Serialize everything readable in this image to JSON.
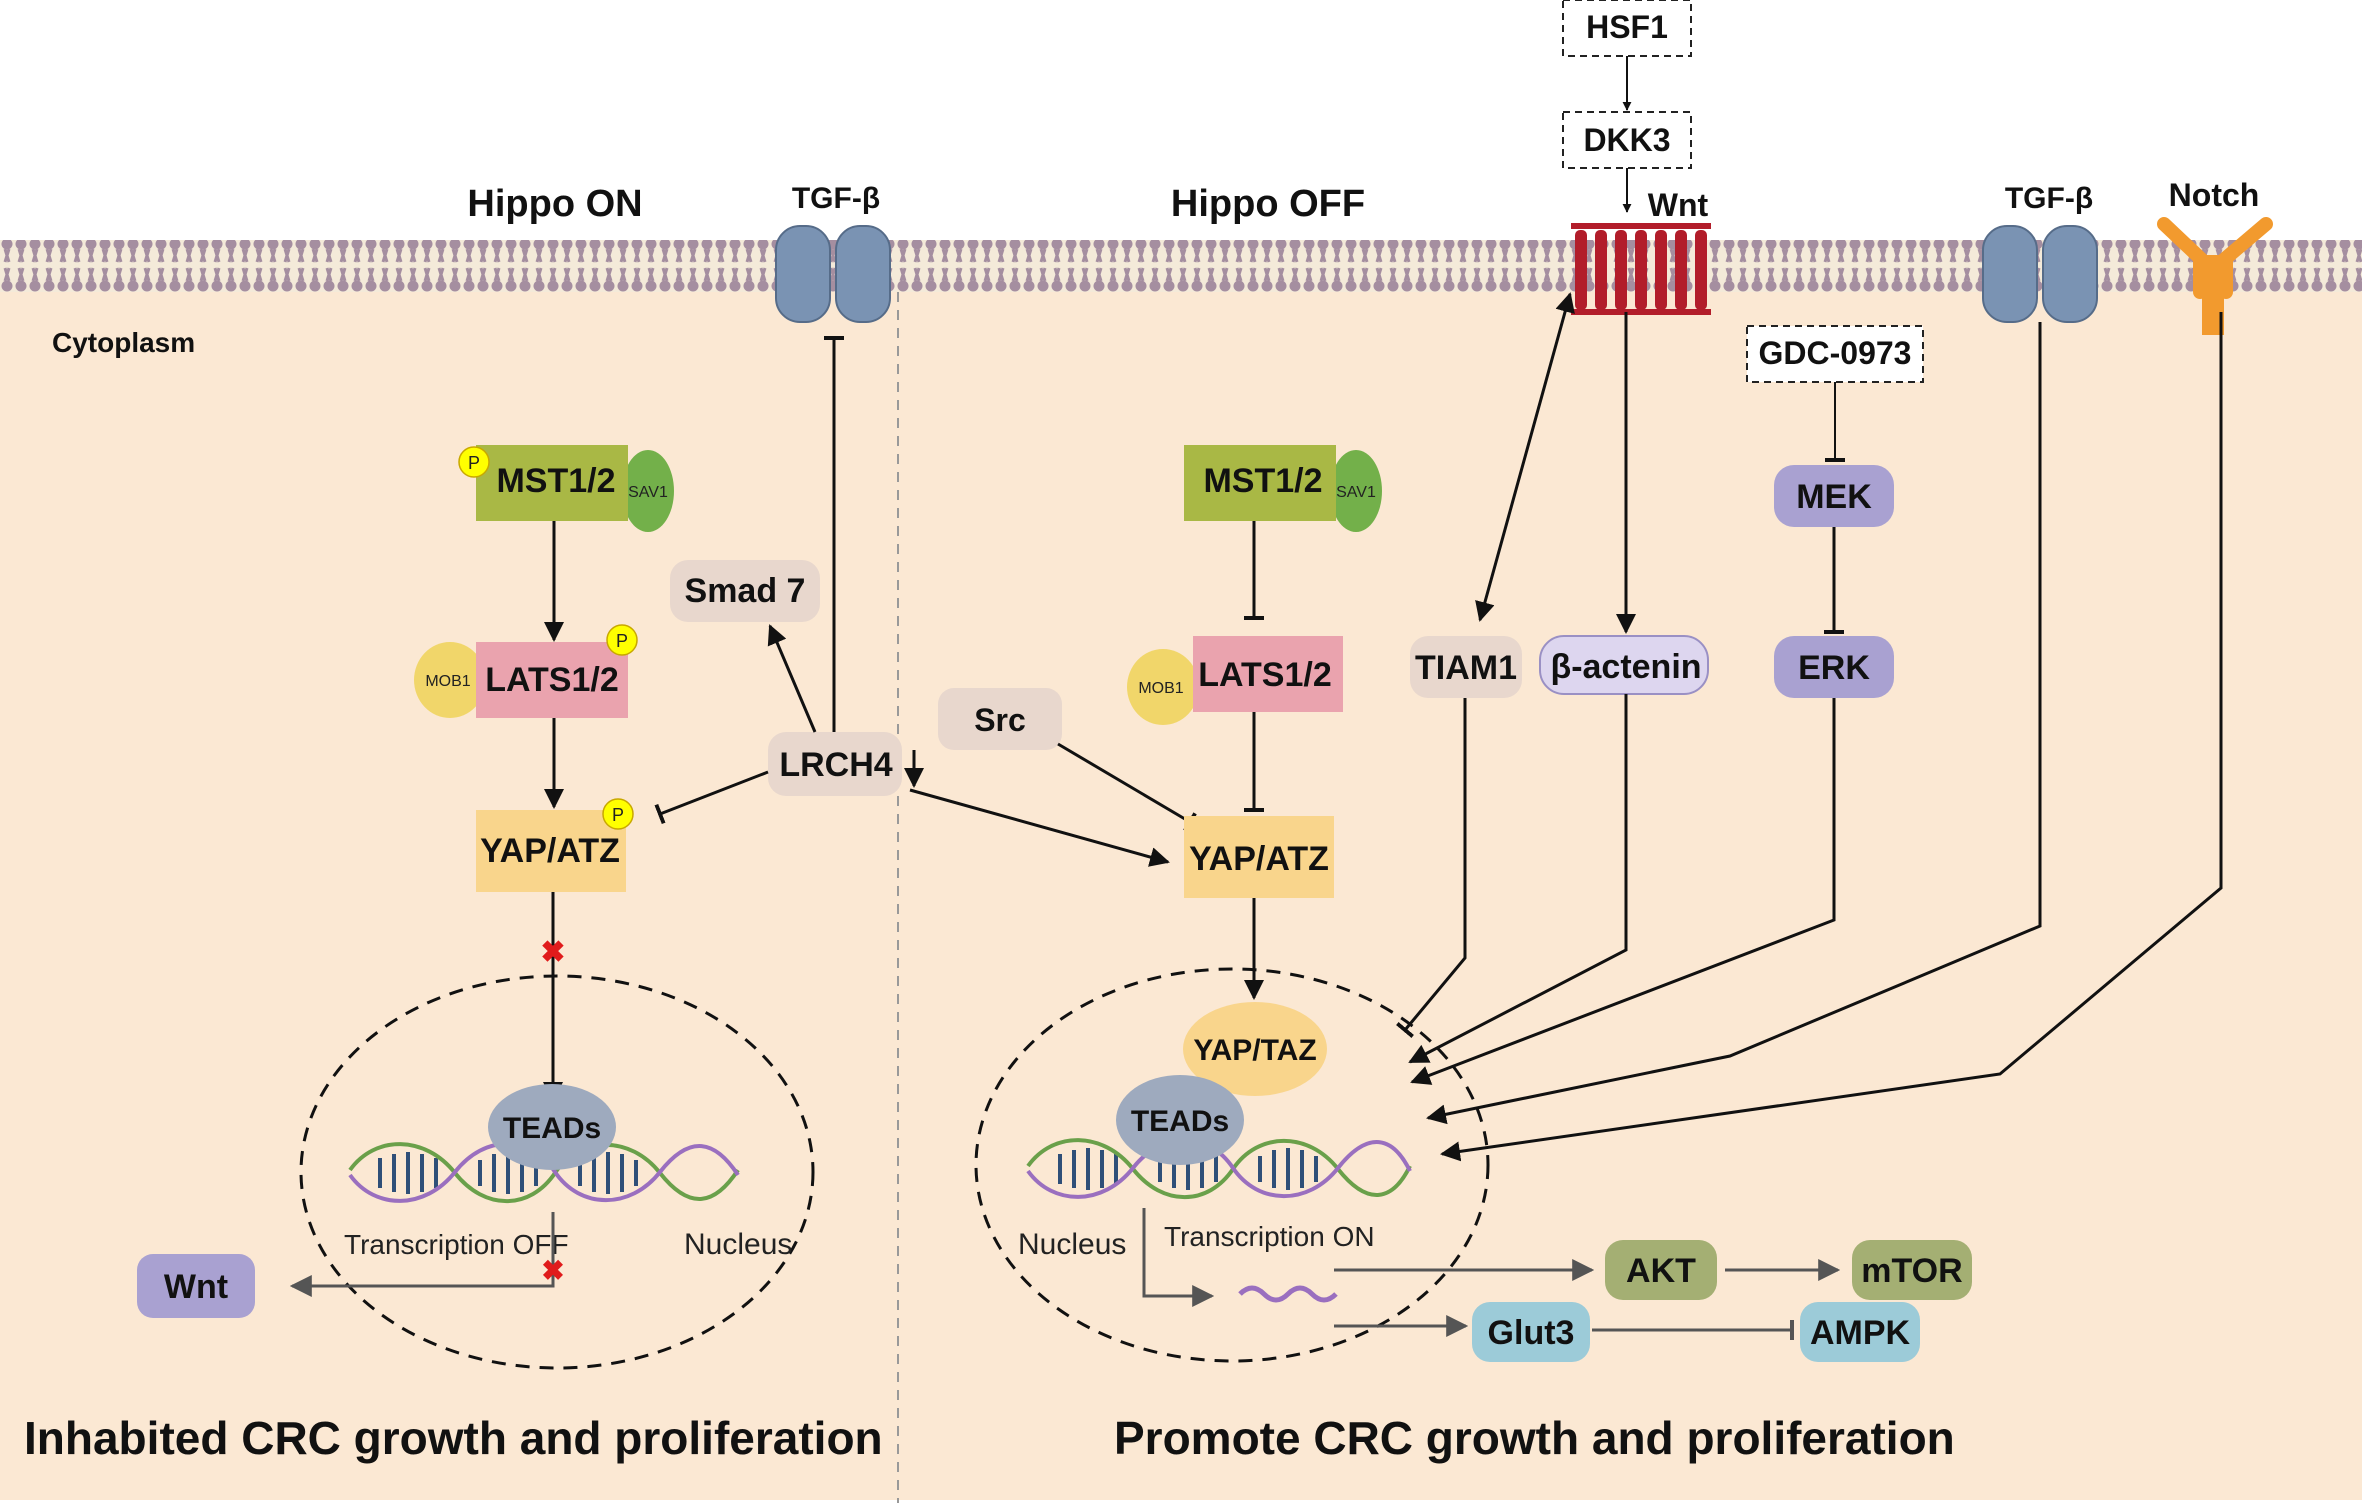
{
  "headers": {
    "hippo_on": "Hippo ON",
    "hippo_off": "Hippo OFF",
    "cytoplasm": "Cytoplasm"
  },
  "receptors": {
    "tgf_left": "TGF-β",
    "tgf_right": "TGF-β",
    "wnt": "Wnt",
    "notch": "Notch"
  },
  "upstream": {
    "hsf1": "HSF1",
    "dkk3": "DKK3",
    "gdc": "GDC-0973"
  },
  "left": {
    "mst": "MST1/2",
    "sav1": "SAV1",
    "mob1": "MOB1",
    "lats": "LATS1/2",
    "yap": "YAP/ATZ",
    "p": "P",
    "smad7": "Smad 7",
    "lrch4": "LRCH4",
    "teads": "TEADs",
    "transcription": "Transcription OFF",
    "nucleus": "Nucleus",
    "wnt_out": "Wnt",
    "footer": "Inhabited  CRC growth and proliferation"
  },
  "right": {
    "src": "Src",
    "mst": "MST1/2",
    "sav1": "SAV1",
    "mob1": "MOB1",
    "lats": "LATS1/2",
    "yap": "YAP/ATZ",
    "yaptaz": "YAP/TAZ",
    "teads": "TEADs",
    "nucleus": "Nucleus",
    "transcription": "Transcription ON",
    "tiam1": "TIAM1",
    "bcat": "β-actenin",
    "mek": "MEK",
    "erk": "ERK",
    "akt": "AKT",
    "mtor": "mTOR",
    "glut3": "Glut3",
    "ampk": "AMPK",
    "footer": "Promote CRC growth and proliferation"
  },
  "colors": {
    "cytoplasm": "#fbe8d3",
    "membrane": "#a58ea0",
    "olive": "#a9b845",
    "pink": "#eaa3ae",
    "yap": "#f9d58c",
    "lavender": "#a9a1d1",
    "teal": "#9ccbd8",
    "khaki": "#a4af73",
    "beige": "#e8d7cd",
    "tead": "#9eaabe",
    "receptor_blue": "#7a93b3",
    "wnt_red": "#b21d2a",
    "notch_orange": "#f29a2e",
    "phospho": "#ffff00"
  },
  "icons": [
    "tgf-beta-receptor-icon",
    "frizzled-receptor-icon",
    "notch-receptor-icon",
    "dna-helix-icon",
    "mrna-icon",
    "phosphate-icon"
  ]
}
